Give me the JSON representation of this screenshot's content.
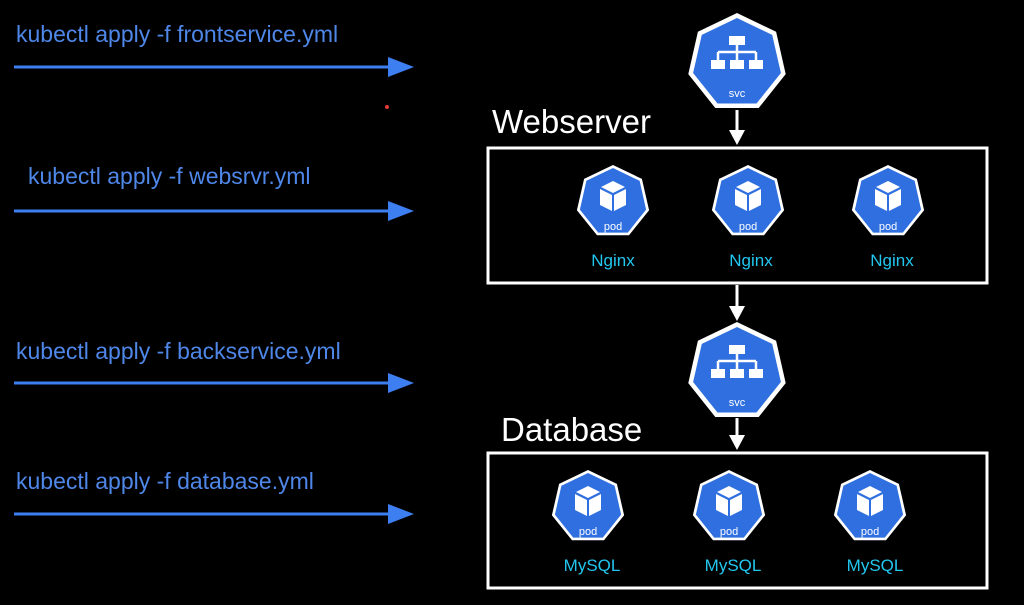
{
  "commands": [
    {
      "text": "kubectl apply -f frontservice.yml"
    },
    {
      "text": "kubectl apply -f websrvr.yml"
    },
    {
      "text": "kubectl apply -f backservice.yml"
    },
    {
      "text": "kubectl apply -f database.yml"
    }
  ],
  "services": [
    {
      "icon": "service-icon",
      "caption": "svc"
    },
    {
      "icon": "service-icon",
      "caption": "svc"
    }
  ],
  "webserver": {
    "title": "Webserver",
    "pods": [
      {
        "icon": "pod-icon",
        "caption": "pod",
        "name": "Nginx"
      },
      {
        "icon": "pod-icon",
        "caption": "pod",
        "name": "Nginx"
      },
      {
        "icon": "pod-icon",
        "caption": "pod",
        "name": "Nginx"
      }
    ]
  },
  "database": {
    "title": "Database",
    "pods": [
      {
        "icon": "pod-icon",
        "caption": "pod",
        "name": "MySQL"
      },
      {
        "icon": "pod-icon",
        "caption": "pod",
        "name": "MySQL"
      },
      {
        "icon": "pod-icon",
        "caption": "pod",
        "name": "MySQL"
      }
    ]
  },
  "colors": {
    "background": "#000000",
    "command_text": "#4f87e8",
    "command_arrow": "#3d7ef0",
    "icon_fill": "#2f6fe0",
    "pod_name": "#22c7f0",
    "box_border": "#ffffff"
  }
}
